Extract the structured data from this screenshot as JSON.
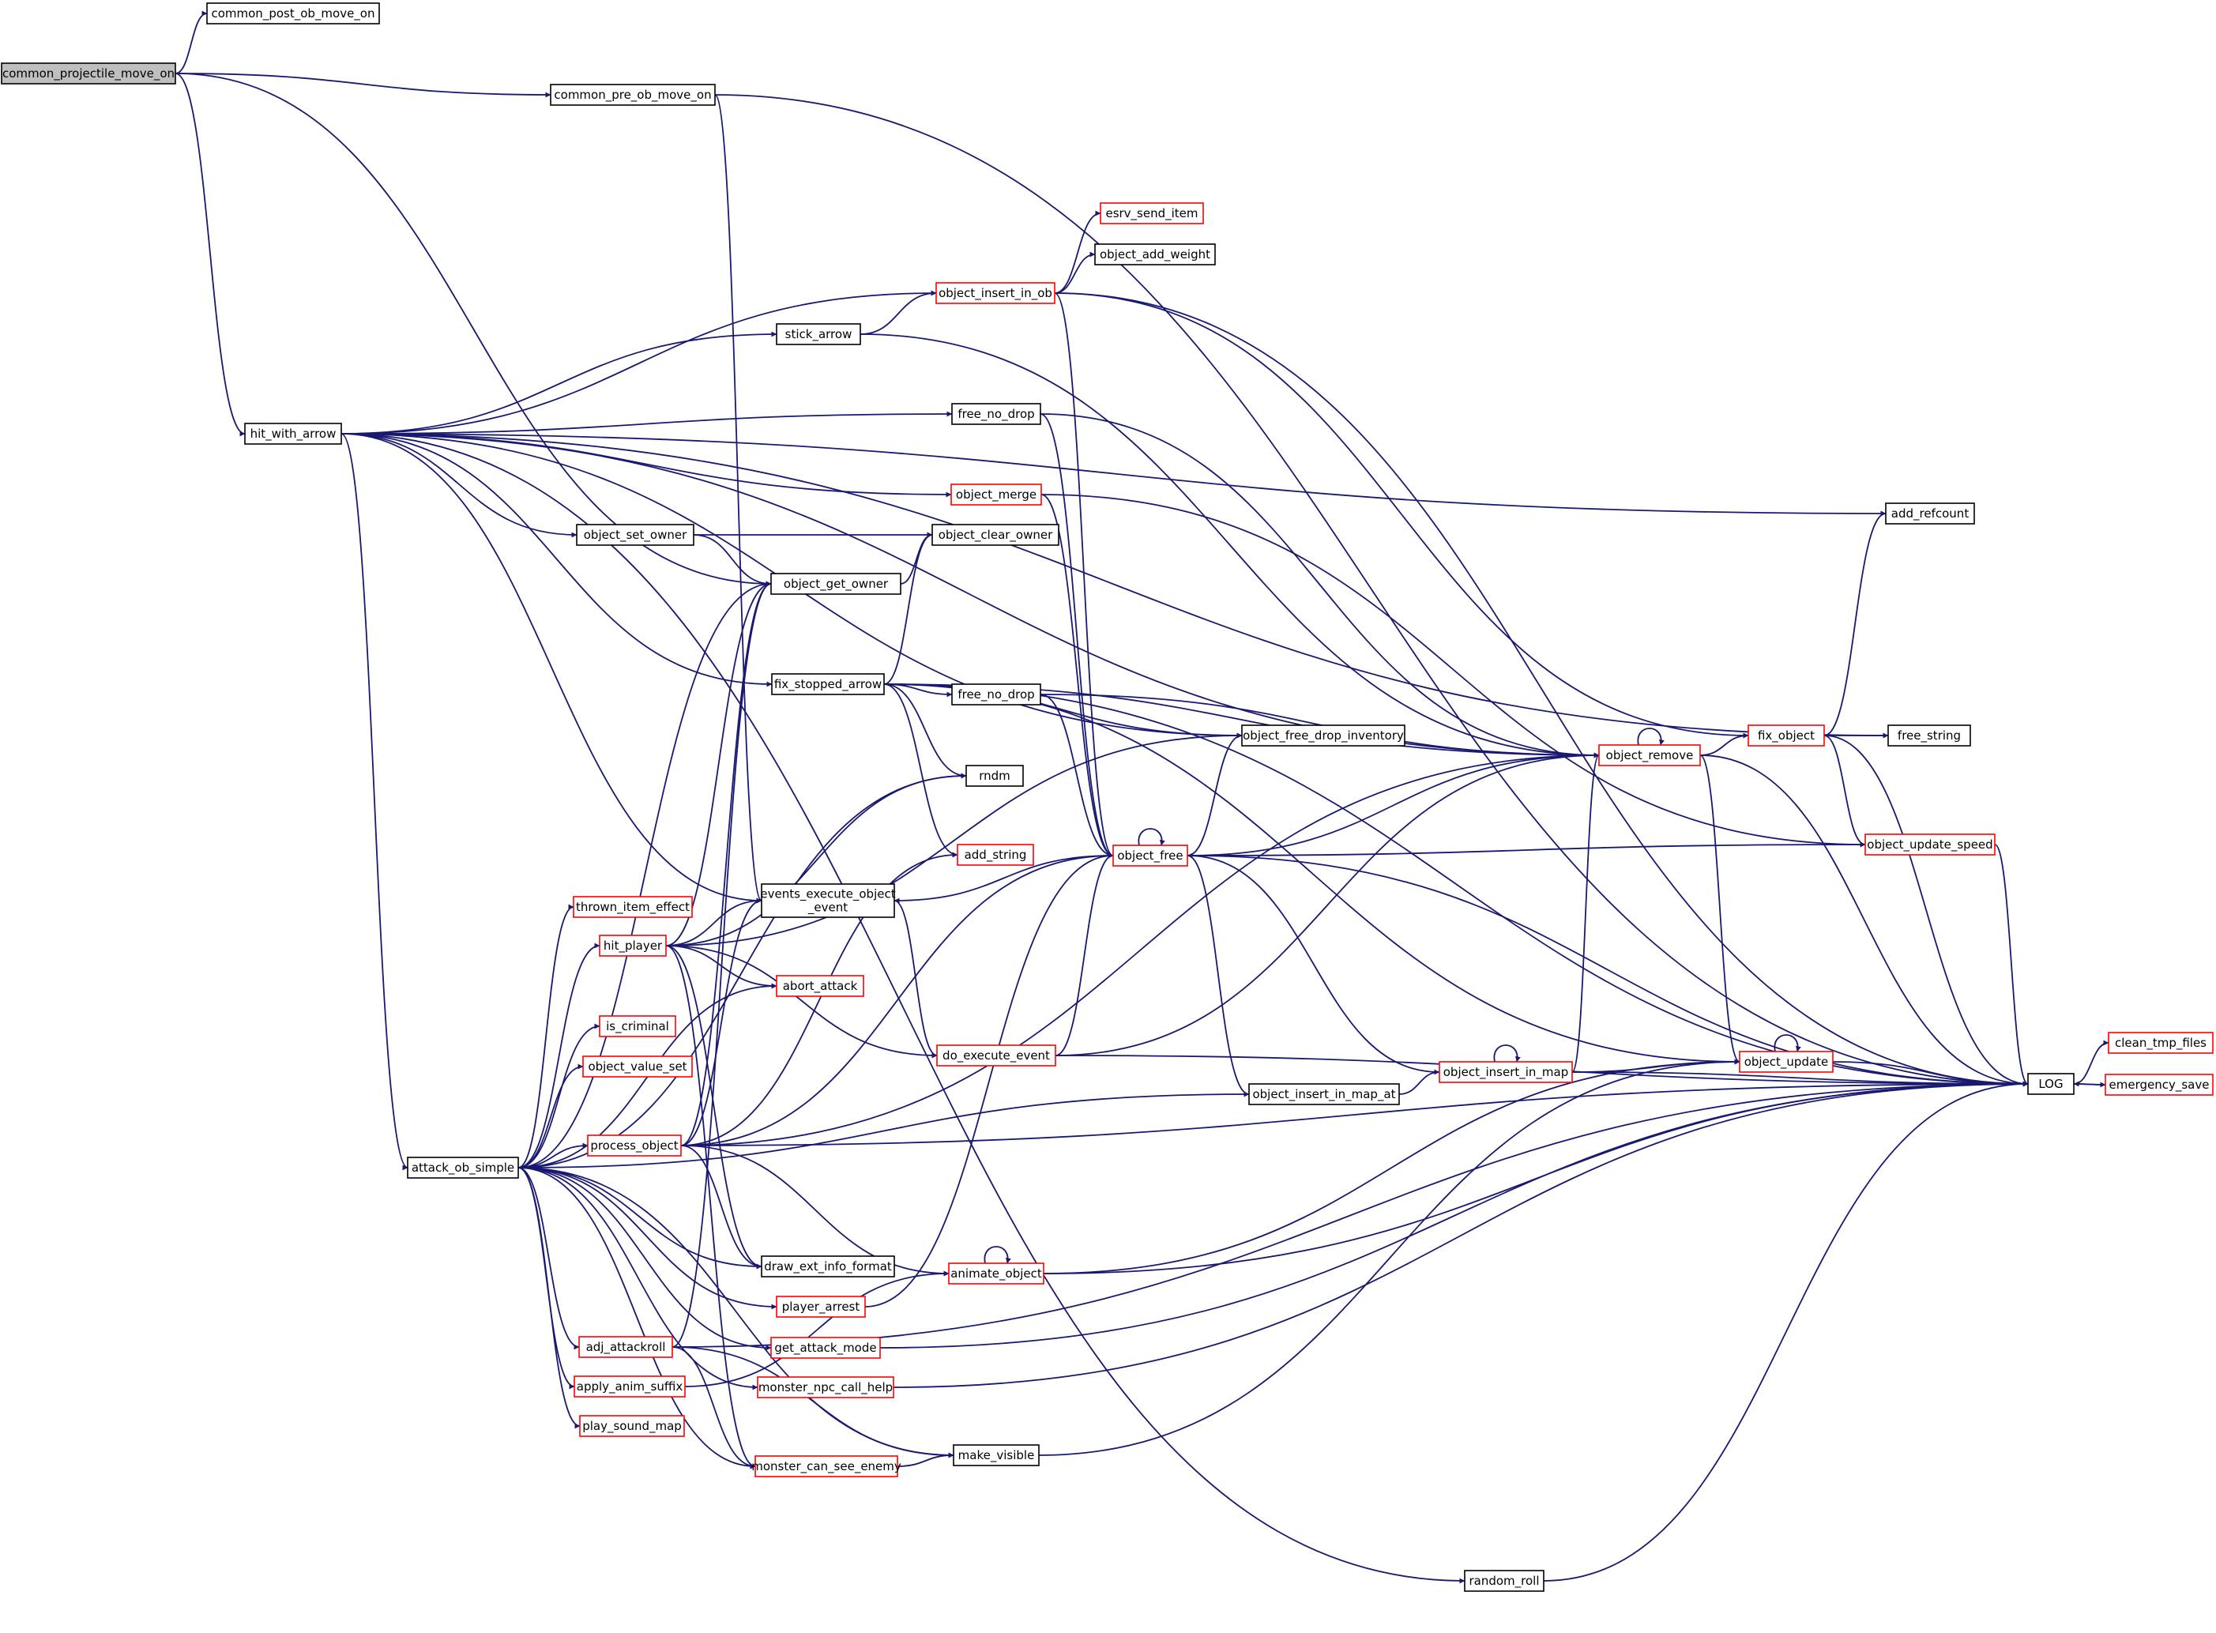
{
  "diagram": {
    "type": "call-graph",
    "colors": {
      "edge": "#191970",
      "normal_border": "#000000",
      "truncated_border": "#ff0000",
      "root_fill": "#bfbfbf"
    },
    "nodes": [
      {
        "id": "common_projectile_move_on",
        "label": "common_projectile_move_on",
        "kind": "root"
      },
      {
        "id": "common_post_ob_move_on",
        "label": "common_post_ob_move_on",
        "kind": "normal"
      },
      {
        "id": "common_pre_ob_move_on",
        "label": "common_pre_ob_move_on",
        "kind": "normal"
      },
      {
        "id": "hit_with_arrow",
        "label": "hit_with_arrow",
        "kind": "normal"
      },
      {
        "id": "esrv_send_item",
        "label": "esrv_send_item",
        "kind": "truncated"
      },
      {
        "id": "object_add_weight",
        "label": "object_add_weight",
        "kind": "normal"
      },
      {
        "id": "object_insert_in_ob",
        "label": "object_insert_in_ob",
        "kind": "truncated"
      },
      {
        "id": "stick_arrow",
        "label": "stick_arrow",
        "kind": "normal"
      },
      {
        "id": "free_no_drop_1",
        "label": "free_no_drop",
        "kind": "normal"
      },
      {
        "id": "object_merge",
        "label": "object_merge",
        "kind": "truncated"
      },
      {
        "id": "add_refcount",
        "label": "add_refcount",
        "kind": "normal"
      },
      {
        "id": "object_set_owner",
        "label": "object_set_owner",
        "kind": "normal"
      },
      {
        "id": "object_clear_owner",
        "label": "object_clear_owner",
        "kind": "normal"
      },
      {
        "id": "object_get_owner",
        "label": "object_get_owner",
        "kind": "normal"
      },
      {
        "id": "fix_stopped_arrow",
        "label": "fix_stopped_arrow",
        "kind": "normal"
      },
      {
        "id": "free_no_drop_2",
        "label": "free_no_drop",
        "kind": "normal"
      },
      {
        "id": "object_free_drop_inventory",
        "label": "object_free_drop_inventory",
        "kind": "normal"
      },
      {
        "id": "object_remove",
        "label": "object_remove",
        "kind": "truncated"
      },
      {
        "id": "fix_object",
        "label": "fix_object",
        "kind": "truncated"
      },
      {
        "id": "free_string",
        "label": "free_string",
        "kind": "normal"
      },
      {
        "id": "rndm",
        "label": "rndm",
        "kind": "normal"
      },
      {
        "id": "add_string",
        "label": "add_string",
        "kind": "truncated"
      },
      {
        "id": "object_free",
        "label": "object_free",
        "kind": "truncated"
      },
      {
        "id": "object_update_speed",
        "label": "object_update_speed",
        "kind": "truncated"
      },
      {
        "id": "thrown_item_effect",
        "label": "thrown_item_effect",
        "kind": "truncated"
      },
      {
        "id": "events_execute_object_event",
        "label": "events_execute_object\n_event",
        "kind": "normal"
      },
      {
        "id": "hit_player",
        "label": "hit_player",
        "kind": "truncated"
      },
      {
        "id": "abort_attack",
        "label": "abort_attack",
        "kind": "truncated"
      },
      {
        "id": "is_criminal",
        "label": "is_criminal",
        "kind": "truncated"
      },
      {
        "id": "do_execute_event",
        "label": "do_execute_event",
        "kind": "truncated"
      },
      {
        "id": "object_value_set",
        "label": "object_value_set",
        "kind": "truncated"
      },
      {
        "id": "object_insert_in_map",
        "label": "object_insert_in_map",
        "kind": "truncated"
      },
      {
        "id": "object_update",
        "label": "object_update",
        "kind": "truncated"
      },
      {
        "id": "clean_tmp_files",
        "label": "clean_tmp_files",
        "kind": "truncated"
      },
      {
        "id": "LOG",
        "label": "LOG",
        "kind": "normal"
      },
      {
        "id": "emergency_save",
        "label": "emergency_save",
        "kind": "truncated"
      },
      {
        "id": "object_insert_in_map_at",
        "label": "object_insert_in_map_at",
        "kind": "normal"
      },
      {
        "id": "process_object",
        "label": "process_object",
        "kind": "truncated"
      },
      {
        "id": "attack_ob_simple",
        "label": "attack_ob_simple",
        "kind": "normal"
      },
      {
        "id": "draw_ext_info_format",
        "label": "draw_ext_info_format",
        "kind": "normal"
      },
      {
        "id": "animate_object",
        "label": "animate_object",
        "kind": "truncated"
      },
      {
        "id": "player_arrest",
        "label": "player_arrest",
        "kind": "truncated"
      },
      {
        "id": "adj_attackroll",
        "label": "adj_attackroll",
        "kind": "truncated"
      },
      {
        "id": "get_attack_mode",
        "label": "get_attack_mode",
        "kind": "truncated"
      },
      {
        "id": "apply_anim_suffix",
        "label": "apply_anim_suffix",
        "kind": "truncated"
      },
      {
        "id": "monster_npc_call_help",
        "label": "monster_npc_call_help",
        "kind": "truncated"
      },
      {
        "id": "play_sound_map",
        "label": "play_sound_map",
        "kind": "truncated"
      },
      {
        "id": "make_visible",
        "label": "make_visible",
        "kind": "normal"
      },
      {
        "id": "monster_can_see_enemy",
        "label": "monster_can_see_enemy",
        "kind": "truncated"
      },
      {
        "id": "random_roll",
        "label": "random_roll",
        "kind": "normal"
      }
    ],
    "edges": [
      [
        "common_projectile_move_on",
        "common_post_ob_move_on"
      ],
      [
        "common_projectile_move_on",
        "object_get_owner"
      ],
      [
        "common_projectile_move_on",
        "common_pre_ob_move_on"
      ],
      [
        "common_projectile_move_on",
        "hit_with_arrow"
      ],
      [
        "common_pre_ob_move_on",
        "LOG"
      ],
      [
        "common_pre_ob_move_on",
        "events_execute_object_event"
      ],
      [
        "hit_with_arrow",
        "add_refcount"
      ],
      [
        "hit_with_arrow",
        "free_string"
      ],
      [
        "hit_with_arrow",
        "object_insert_in_ob"
      ],
      [
        "hit_with_arrow",
        "stick_arrow"
      ],
      [
        "hit_with_arrow",
        "object_free_drop_inventory"
      ],
      [
        "hit_with_arrow",
        "free_no_drop_1"
      ],
      [
        "hit_with_arrow",
        "object_remove"
      ],
      [
        "hit_with_arrow",
        "object_merge"
      ],
      [
        "hit_with_arrow",
        "object_set_owner"
      ],
      [
        "hit_with_arrow",
        "fix_stopped_arrow"
      ],
      [
        "hit_with_arrow",
        "events_execute_object_event"
      ],
      [
        "hit_with_arrow",
        "attack_ob_simple"
      ],
      [
        "hit_with_arrow",
        "random_roll"
      ],
      [
        "object_insert_in_ob",
        "esrv_send_item"
      ],
      [
        "object_insert_in_ob",
        "object_add_weight"
      ],
      [
        "object_insert_in_ob",
        "LOG"
      ],
      [
        "object_insert_in_ob",
        "fix_object"
      ],
      [
        "object_insert_in_ob",
        "object_free"
      ],
      [
        "stick_arrow",
        "object_insert_in_ob"
      ],
      [
        "stick_arrow",
        "object_remove"
      ],
      [
        "free_no_drop_1",
        "object_remove"
      ],
      [
        "free_no_drop_1",
        "object_free"
      ],
      [
        "object_merge",
        "object_update_speed"
      ],
      [
        "object_merge",
        "object_free"
      ],
      [
        "object_set_owner",
        "object_clear_owner"
      ],
      [
        "object_set_owner",
        "object_get_owner"
      ],
      [
        "object_get_owner",
        "object_clear_owner"
      ],
      [
        "fix_stopped_arrow",
        "object_clear_owner"
      ],
      [
        "fix_stopped_arrow",
        "object_remove"
      ],
      [
        "fix_stopped_arrow",
        "object_update"
      ],
      [
        "fix_stopped_arrow",
        "free_no_drop_2"
      ],
      [
        "fix_stopped_arrow",
        "object_free_drop_inventory"
      ],
      [
        "fix_stopped_arrow",
        "rndm"
      ],
      [
        "fix_stopped_arrow",
        "add_string"
      ],
      [
        "fix_stopped_arrow",
        "LOG"
      ],
      [
        "free_no_drop_2",
        "object_remove"
      ],
      [
        "free_no_drop_2",
        "object_free"
      ],
      [
        "object_remove",
        "object_remove"
      ],
      [
        "object_remove",
        "fix_object"
      ],
      [
        "object_remove",
        "object_update"
      ],
      [
        "object_remove",
        "LOG"
      ],
      [
        "fix_object",
        "add_refcount"
      ],
      [
        "fix_object",
        "free_string"
      ],
      [
        "fix_object",
        "object_update_speed"
      ],
      [
        "fix_object",
        "LOG"
      ],
      [
        "object_free",
        "object_free"
      ],
      [
        "object_free",
        "object_free_drop_inventory"
      ],
      [
        "object_free",
        "object_remove"
      ],
      [
        "object_free",
        "object_update_speed"
      ],
      [
        "object_free",
        "events_execute_object_event"
      ],
      [
        "object_free",
        "object_insert_in_map_at"
      ],
      [
        "object_free",
        "LOG"
      ],
      [
        "object_update_speed",
        "LOG"
      ],
      [
        "events_execute_object_event",
        "do_execute_event"
      ],
      [
        "do_execute_event",
        "object_free"
      ],
      [
        "do_execute_event",
        "object_remove"
      ],
      [
        "do_execute_event",
        "LOG"
      ],
      [
        "object_insert_in_map_at",
        "object_insert_in_map"
      ],
      [
        "object_insert_in_map",
        "object_insert_in_map"
      ],
      [
        "object_insert_in_map",
        "object_free"
      ],
      [
        "object_insert_in_map",
        "object_remove"
      ],
      [
        "object_insert_in_map",
        "object_update"
      ],
      [
        "object_insert_in_map",
        "LOG"
      ],
      [
        "object_update",
        "object_update"
      ],
      [
        "object_update",
        "LOG"
      ],
      [
        "LOG",
        "clean_tmp_files"
      ],
      [
        "LOG",
        "emergency_save"
      ],
      [
        "emergency_save",
        "LOG"
      ],
      [
        "hit_player",
        "object_get_owner"
      ],
      [
        "hit_player",
        "rndm"
      ],
      [
        "hit_player",
        "object_free_drop_inventory"
      ],
      [
        "hit_player",
        "events_execute_object_event"
      ],
      [
        "hit_player",
        "abort_attack"
      ],
      [
        "hit_player",
        "do_execute_event"
      ],
      [
        "hit_player",
        "draw_ext_info_format"
      ],
      [
        "hit_player",
        "monster_can_see_enemy"
      ],
      [
        "process_object",
        "object_get_owner"
      ],
      [
        "process_object",
        "events_execute_object_event"
      ],
      [
        "process_object",
        "add_string"
      ],
      [
        "process_object",
        "object_free"
      ],
      [
        "process_object",
        "object_remove"
      ],
      [
        "process_object",
        "LOG"
      ],
      [
        "process_object",
        "draw_ext_info_format"
      ],
      [
        "process_object",
        "animate_object"
      ],
      [
        "animate_object",
        "animate_object"
      ],
      [
        "animate_object",
        "object_update"
      ],
      [
        "animate_object",
        "LOG"
      ],
      [
        "player_arrest",
        "object_free"
      ],
      [
        "adj_attackroll",
        "object_get_owner"
      ],
      [
        "adj_attackroll",
        "make_visible"
      ],
      [
        "adj_attackroll",
        "monster_can_see_enemy"
      ],
      [
        "adj_attackroll",
        "LOG"
      ],
      [
        "get_attack_mode",
        "LOG"
      ],
      [
        "apply_anim_suffix",
        "animate_object"
      ],
      [
        "monster_npc_call_help",
        "LOG"
      ],
      [
        "make_visible",
        "object_update"
      ],
      [
        "monster_can_see_enemy",
        "make_visible"
      ],
      [
        "random_roll",
        "LOG"
      ],
      [
        "attack_ob_simple",
        "object_get_owner"
      ],
      [
        "attack_ob_simple",
        "rndm"
      ],
      [
        "attack_ob_simple",
        "thrown_item_effect"
      ],
      [
        "attack_ob_simple",
        "hit_player"
      ],
      [
        "attack_ob_simple",
        "abort_attack"
      ],
      [
        "attack_ob_simple",
        "is_criminal"
      ],
      [
        "attack_ob_simple",
        "object_value_set"
      ],
      [
        "attack_ob_simple",
        "process_object"
      ],
      [
        "attack_ob_simple",
        "draw_ext_info_format"
      ],
      [
        "attack_ob_simple",
        "player_arrest"
      ],
      [
        "attack_ob_simple",
        "adj_attackroll"
      ],
      [
        "attack_ob_simple",
        "get_attack_mode"
      ],
      [
        "attack_ob_simple",
        "apply_anim_suffix"
      ],
      [
        "attack_ob_simple",
        "monster_npc_call_help"
      ],
      [
        "attack_ob_simple",
        "play_sound_map"
      ],
      [
        "attack_ob_simple",
        "make_visible"
      ],
      [
        "attack_ob_simple",
        "monster_can_see_enemy"
      ],
      [
        "attack_ob_simple",
        "object_insert_in_map_at"
      ]
    ]
  }
}
